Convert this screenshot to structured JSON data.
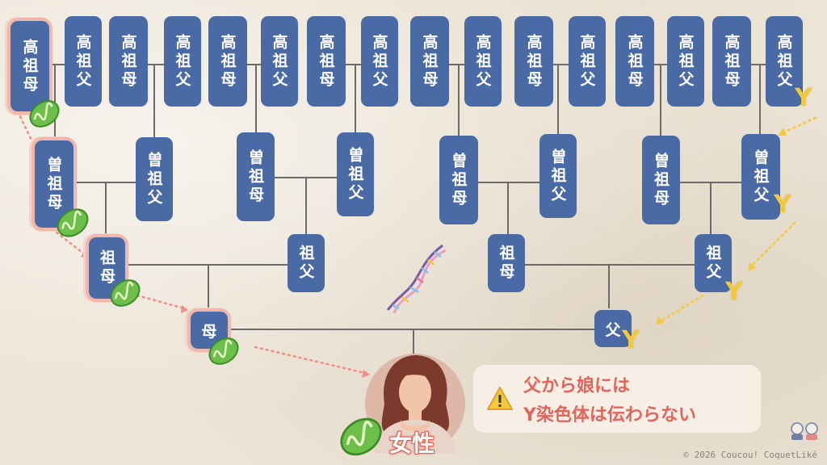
{
  "labels": {
    "gg_mother": "高祖母",
    "gg_father": "高祖父",
    "g_mother": "曽祖母",
    "g_father": "曽祖父",
    "grandmother": "祖母",
    "grandfather": "祖父",
    "mother": "母",
    "father": "父",
    "y": "Y",
    "female": "女性"
  },
  "note": {
    "line1": "父から娘には",
    "line2": "Y染色体は伝わらない",
    "icon": "warning-icon"
  },
  "copyright": "© 2026 Coucou! CoquetLiké",
  "colors": {
    "box": "#4a6aa5",
    "maternal_glow": "#f0b7ad",
    "mito_green": "#6cc04a",
    "y_yellow": "#f2c93a",
    "accent_red": "#e0655a",
    "line": "#6b6b6b"
  }
}
